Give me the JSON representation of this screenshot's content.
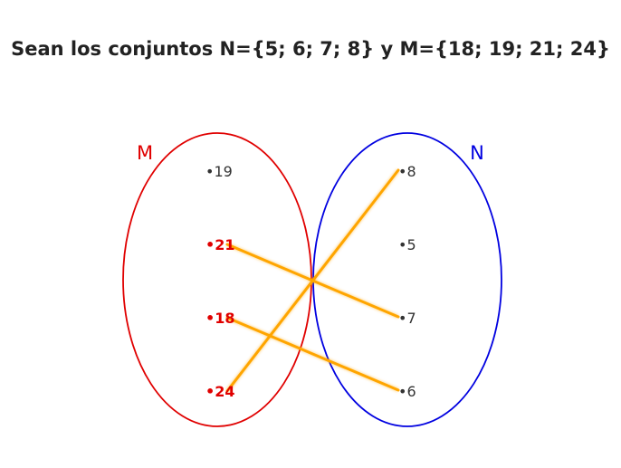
{
  "title": "Sean los conjuntos N={5; 6; 7; 8} y M={18; 19; 21; 24}",
  "sets": {
    "M": {
      "label": "M",
      "color": "#e00000",
      "elements": [
        "19",
        "21",
        "18",
        "24"
      ],
      "highlighted": [
        "21",
        "18",
        "24"
      ]
    },
    "N": {
      "label": "N",
      "color": "#0000e0",
      "elements": [
        "8",
        "5",
        "7",
        "6"
      ],
      "highlighted": []
    }
  },
  "relations": [
    {
      "from": "21",
      "to": "7"
    },
    {
      "from": "18",
      "to": "6"
    },
    {
      "from": "24",
      "to": "8"
    }
  ],
  "colors": {
    "arrow": "#ffa500",
    "highlight_text": "#e00000",
    "text": "#333333"
  }
}
